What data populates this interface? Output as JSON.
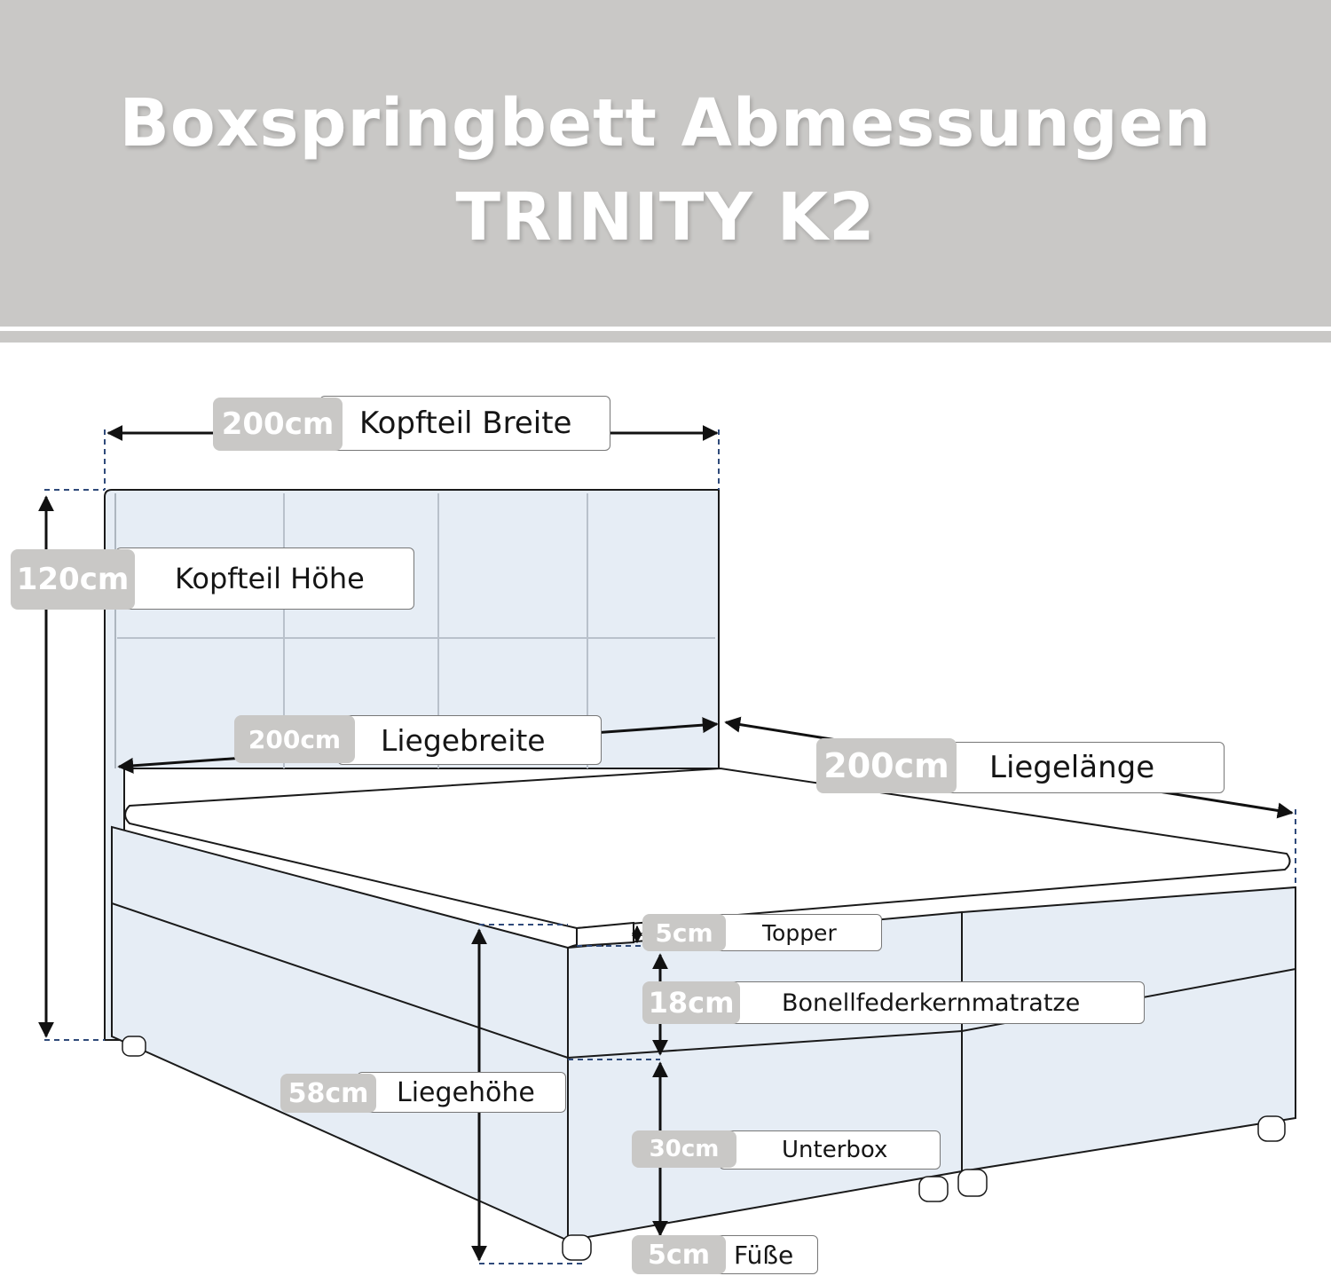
{
  "title": {
    "line1": "Boxspringbett Abmessungen",
    "line2": "TRINITY K2"
  },
  "dimensions": {
    "kopfteil_breite": {
      "value": "200cm",
      "label": "Kopfteil Breite"
    },
    "kopfteil_hoehe": {
      "value": "120cm",
      "label": "Kopfteil Höhe"
    },
    "liegebreite": {
      "value": "200cm",
      "label": "Liegebreite"
    },
    "liegelaenge": {
      "value": "200cm",
      "label": "Liegelänge"
    },
    "topper": {
      "value": "5cm",
      "label": "Topper"
    },
    "matratze": {
      "value": "18cm",
      "label": "Bonellfederkernmatratze"
    },
    "liegehoehe": {
      "value": "58cm",
      "label": "Liegehöhe"
    },
    "unterbox": {
      "value": "30cm",
      "label": "Unterbox"
    },
    "fuesse": {
      "value": "5cm",
      "label": "Füße"
    }
  },
  "colors": {
    "header_bg": "#c9c8c6",
    "bed_fill": "#e6edf5",
    "outline": "#1a1a1a"
  }
}
